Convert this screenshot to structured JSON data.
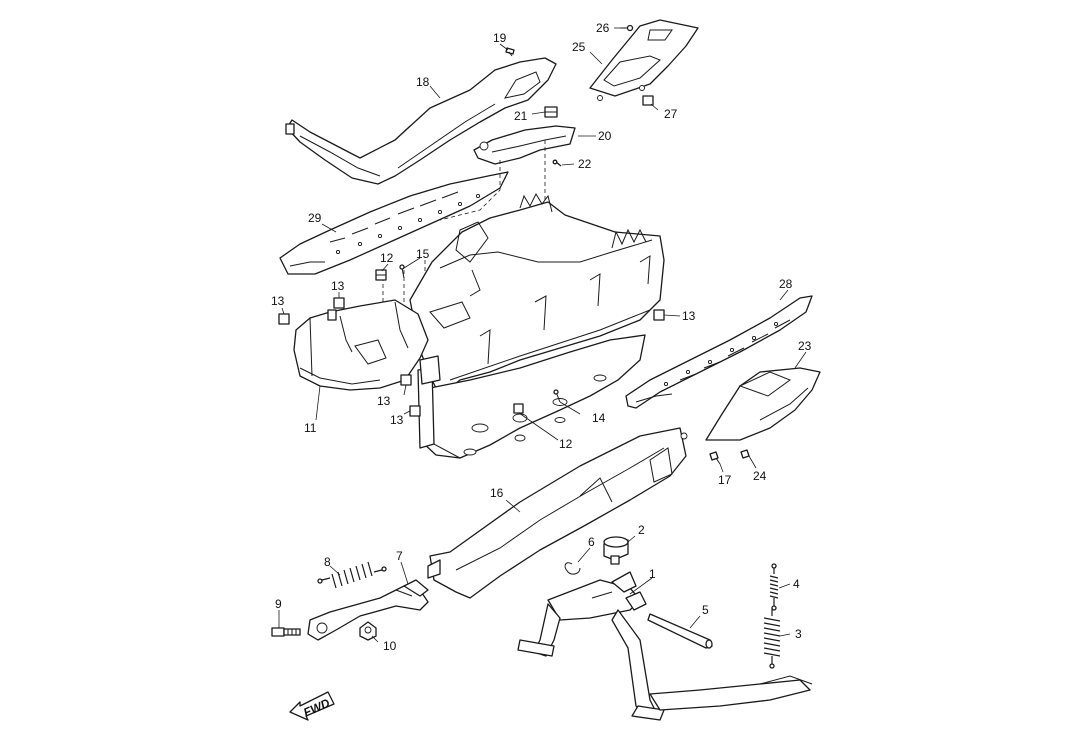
{
  "diagram": {
    "fwd_label": "FWD",
    "callouts": [
      {
        "id": "1",
        "label": "1"
      },
      {
        "id": "2",
        "label": "2"
      },
      {
        "id": "3",
        "label": "3"
      },
      {
        "id": "4",
        "label": "4"
      },
      {
        "id": "5",
        "label": "5"
      },
      {
        "id": "6",
        "label": "6"
      },
      {
        "id": "7",
        "label": "7"
      },
      {
        "id": "8",
        "label": "8"
      },
      {
        "id": "9",
        "label": "9"
      },
      {
        "id": "10",
        "label": "10"
      },
      {
        "id": "11",
        "label": "11"
      },
      {
        "id": "12a",
        "label": "12"
      },
      {
        "id": "12b",
        "label": "12"
      },
      {
        "id": "13a",
        "label": "13"
      },
      {
        "id": "13b",
        "label": "13"
      },
      {
        "id": "13c",
        "label": "13"
      },
      {
        "id": "13d",
        "label": "13"
      },
      {
        "id": "13e",
        "label": "13"
      },
      {
        "id": "14",
        "label": "14"
      },
      {
        "id": "15",
        "label": "15"
      },
      {
        "id": "16",
        "label": "16"
      },
      {
        "id": "17",
        "label": "17"
      },
      {
        "id": "18",
        "label": "18"
      },
      {
        "id": "19",
        "label": "19"
      },
      {
        "id": "20",
        "label": "20"
      },
      {
        "id": "21",
        "label": "21"
      },
      {
        "id": "22",
        "label": "22"
      },
      {
        "id": "23",
        "label": "23"
      },
      {
        "id": "24",
        "label": "24"
      },
      {
        "id": "25",
        "label": "25"
      },
      {
        "id": "26",
        "label": "26"
      },
      {
        "id": "27",
        "label": "27"
      },
      {
        "id": "28",
        "label": "28"
      },
      {
        "id": "29",
        "label": "29"
      }
    ]
  }
}
